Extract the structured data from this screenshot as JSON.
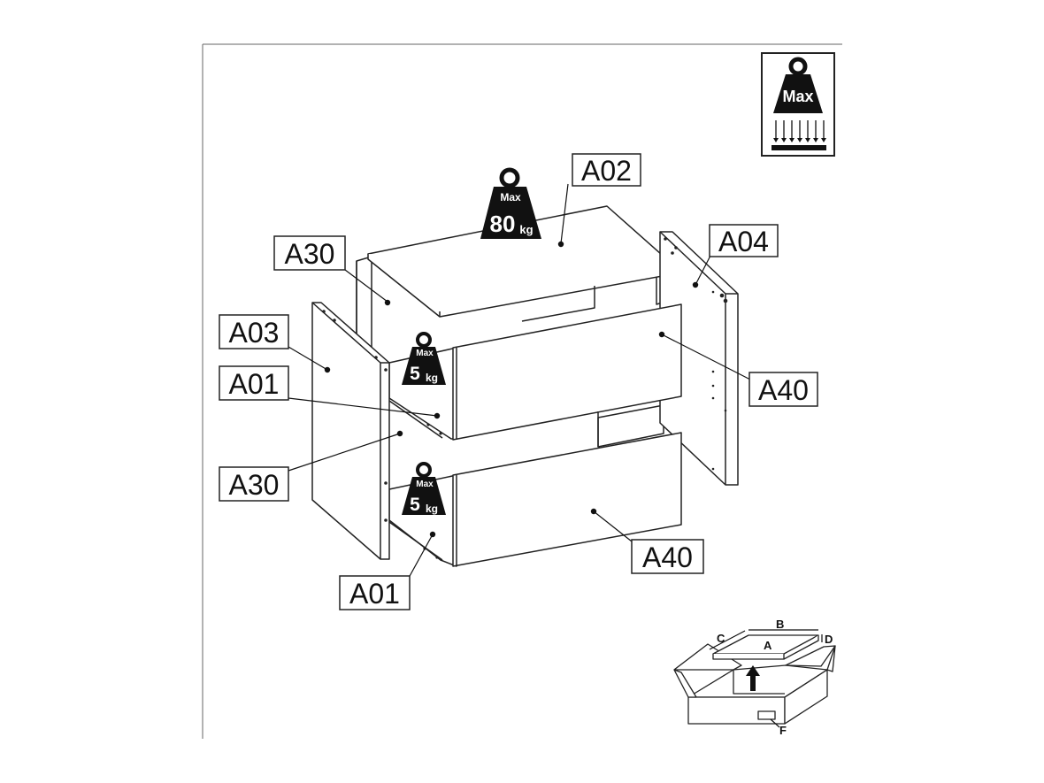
{
  "labels": {
    "a02": "A02",
    "a30_top": "A30",
    "a04": "A04",
    "a03": "A03",
    "a01_top": "A01",
    "a40_top": "A40",
    "a30_bottom": "A30",
    "a40_bottom": "A40",
    "a01_bottom": "A01"
  },
  "weights": {
    "top": {
      "max": "Max",
      "value": "80",
      "unit": "kg"
    },
    "drawer_top": {
      "max": "Max",
      "value": "5",
      "unit": "kg"
    },
    "drawer_bottom": {
      "max": "Max",
      "value": "5",
      "unit": "kg"
    }
  },
  "legend": {
    "max": "Max"
  },
  "package": {
    "a": "A",
    "b": "B",
    "c": "C",
    "d": "D",
    "f": "F"
  },
  "colors": {
    "line": "#222222",
    "fill": "#ffffff",
    "weight": "#111111"
  },
  "icons": [
    "weight-icon",
    "max-load-legend-icon",
    "package-box-icon",
    "arrow-up-icon"
  ]
}
